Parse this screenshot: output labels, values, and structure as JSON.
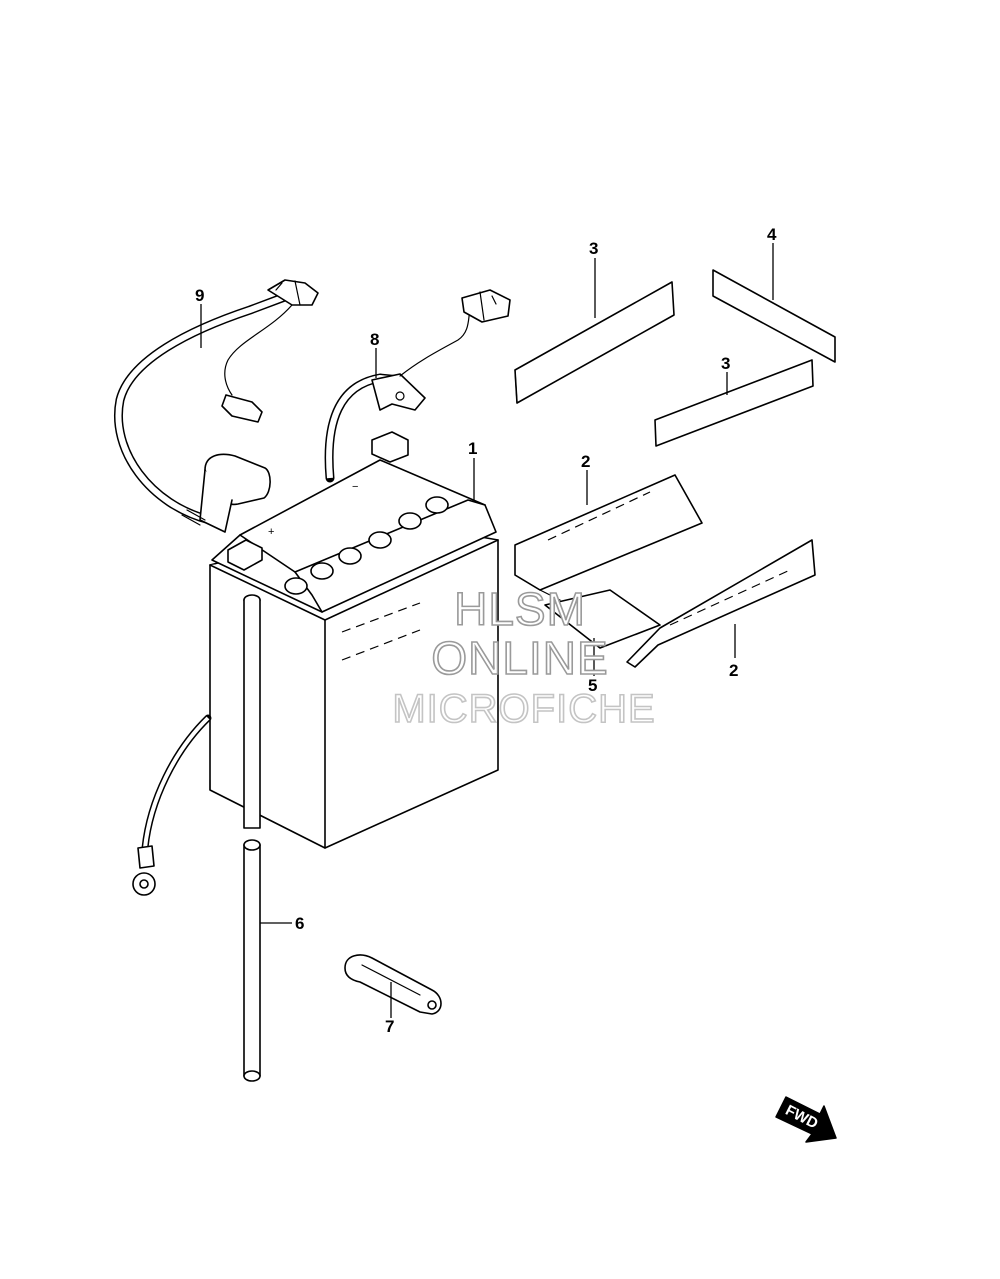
{
  "diagram": {
    "callouts": [
      {
        "id": "1",
        "label": "1"
      },
      {
        "id": "2a",
        "label": "2"
      },
      {
        "id": "2b",
        "label": "2"
      },
      {
        "id": "3a",
        "label": "3"
      },
      {
        "id": "3b",
        "label": "3"
      },
      {
        "id": "4",
        "label": "4"
      },
      {
        "id": "5",
        "label": "5"
      },
      {
        "id": "6",
        "label": "6"
      },
      {
        "id": "7",
        "label": "7"
      },
      {
        "id": "8",
        "label": "8"
      },
      {
        "id": "9",
        "label": "9"
      }
    ],
    "watermark": {
      "line1": "HLSM",
      "line2": "ONLINE",
      "line3": "MICROFICHE"
    },
    "direction_arrow": {
      "label": "FWD",
      "icon": "forward-arrow-icon"
    },
    "colors": {
      "line": "#000000",
      "background": "#ffffff",
      "watermark": "#9a9a9a"
    }
  }
}
